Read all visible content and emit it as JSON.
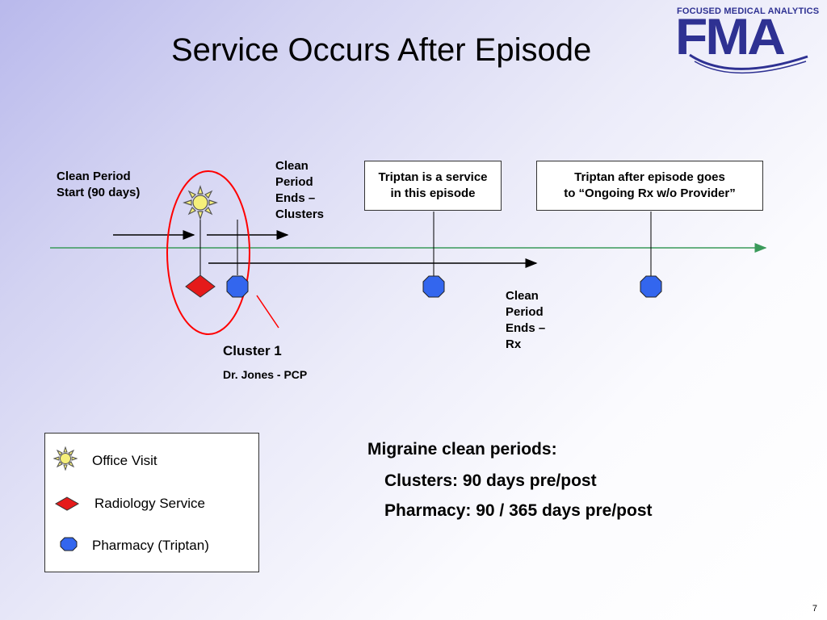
{
  "slide": {
    "title": "Service Occurs After Episode",
    "page_number": "7"
  },
  "logo": {
    "subtitle": "FOCUSED MEDICAL ANALYTICS",
    "text": "FMA",
    "color": "#2e3192"
  },
  "timeline": {
    "clean_period_start": "Clean Period\nStart (90 days)",
    "clean_period_ends_clusters": "Clean\nPeriod\nEnds –\nClusters",
    "clean_period_ends_rx": "Clean\nPeriod\nEnds –\nRx",
    "triptan_in_episode": "Triptan is a service\nin this episode",
    "triptan_after_episode": "Triptan after episode goes\nto “Ongoing Rx w/o Provider”",
    "cluster_label": "Cluster 1",
    "cluster_provider": "Dr. Jones - PCP",
    "timeline_color": "#3a9a5a",
    "cluster_circle_color": "#ff0000"
  },
  "legend": {
    "office_visit": "Office Visit",
    "radiology": "Radiology Service",
    "pharmacy": "Pharmacy (Triptan)",
    "office_visit_color": "#f5ef7a",
    "radiology_color": "#e51a1a",
    "pharmacy_color": "#3366ee"
  },
  "rules": {
    "heading": "Migraine clean periods:",
    "clusters": "Clusters: 90 days pre/post",
    "pharmacy": "Pharmacy: 90 / 365 days pre/post"
  }
}
